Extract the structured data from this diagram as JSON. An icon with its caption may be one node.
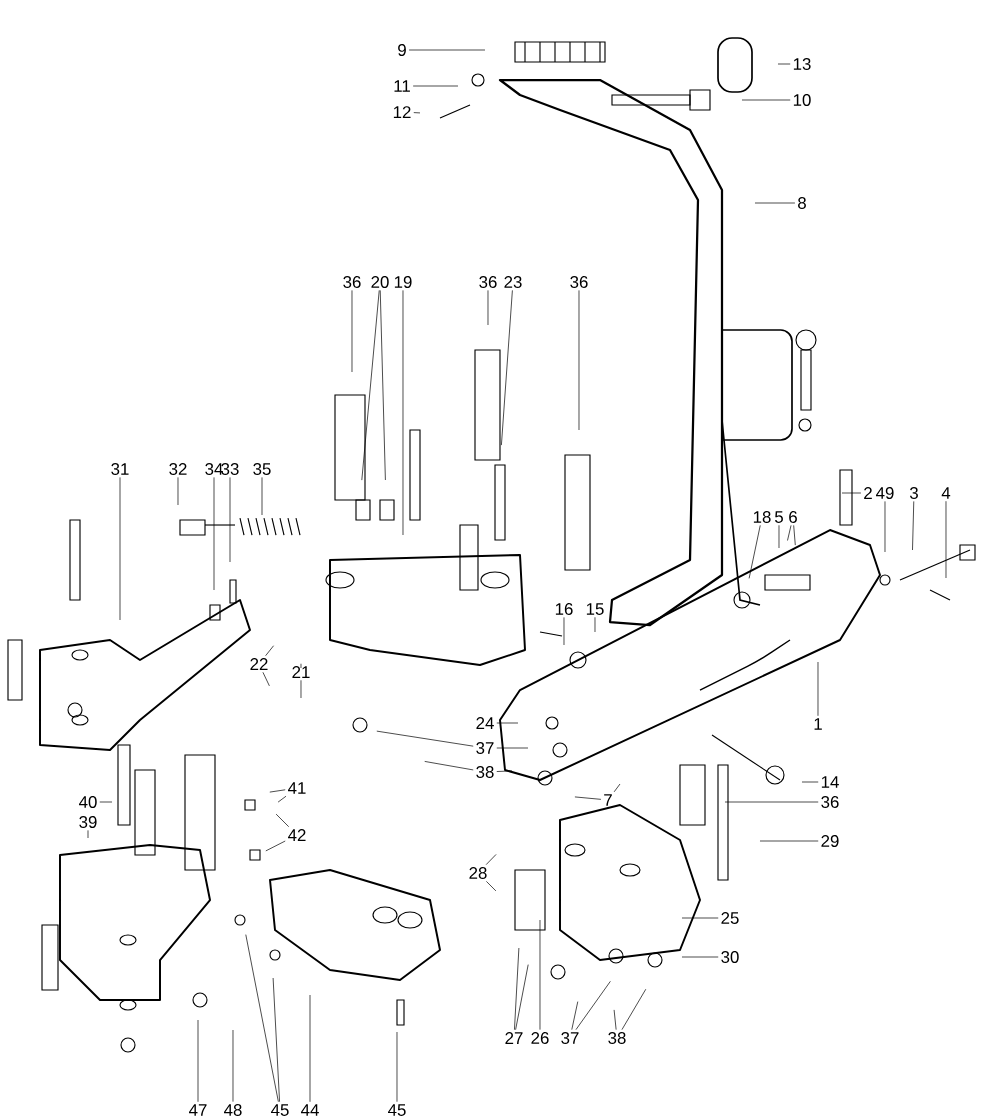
{
  "diagram": {
    "nodes": [
      {
        "text": [
          "9"
        ]
      },
      {
        "text": [
          "11"
        ]
      },
      {
        "text": [
          "12"
        ]
      },
      {
        "text": [
          "13"
        ]
      },
      {
        "text": [
          "10"
        ]
      },
      {
        "text": [
          "8"
        ]
      },
      {
        "text": [
          "36"
        ]
      },
      {
        "text": [
          "20"
        ]
      },
      {
        "text": [
          "19"
        ]
      },
      {
        "text": [
          "36"
        ]
      },
      {
        "text": [
          "23"
        ]
      },
      {
        "text": [
          "36"
        ]
      },
      {
        "text": [
          "31"
        ]
      },
      {
        "text": [
          "32"
        ]
      },
      {
        "text": [
          "34"
        ]
      },
      {
        "text": [
          "33"
        ]
      },
      {
        "text": [
          "35"
        ]
      },
      {
        "text": [
          "2"
        ]
      },
      {
        "text": [
          "49"
        ]
      },
      {
        "text": [
          "3"
        ]
      },
      {
        "text": [
          "4"
        ]
      },
      {
        "text": [
          "18"
        ]
      },
      {
        "text": [
          "5"
        ]
      },
      {
        "text": [
          "6"
        ]
      },
      {
        "text": [
          "16"
        ]
      },
      {
        "text": [
          "15"
        ]
      },
      {
        "text": [
          "22"
        ]
      },
      {
        "text": [
          "21"
        ]
      },
      {
        "text": [
          "1"
        ]
      },
      {
        "text": [
          "24"
        ]
      },
      {
        "text": [
          "37"
        ]
      },
      {
        "text": [
          "38"
        ]
      },
      {
        "text": [
          "14"
        ]
      },
      {
        "text": [
          "7"
        ]
      },
      {
        "text": [
          "36"
        ]
      },
      {
        "text": [
          "41"
        ]
      },
      {
        "text": [
          "42"
        ]
      },
      {
        "text": [
          "29"
        ]
      },
      {
        "text": [
          "40"
        ]
      },
      {
        "text": [
          "39"
        ]
      },
      {
        "text": [
          "28"
        ]
      },
      {
        "text": [
          "25"
        ]
      },
      {
        "text": [
          "30"
        ]
      },
      {
        "text": [
          "27"
        ]
      },
      {
        "text": [
          "26"
        ]
      },
      {
        "text": [
          "37"
        ]
      },
      {
        "text": [
          "38"
        ]
      },
      {
        "text": [
          "47"
        ]
      },
      {
        "text": [
          "48"
        ]
      },
      {
        "text": [
          "45"
        ]
      },
      {
        "text": [
          "44"
        ]
      },
      {
        "text": [
          "45"
        ]
      }
    ],
    "edges": [
      {
        "from": 0,
        "to": null,
        "arrow": "none"
      },
      {
        "from": 1,
        "to": null,
        "arrow": "none"
      },
      {
        "from": 2,
        "to": null,
        "arrow": "none"
      },
      {
        "from": 3,
        "to": null,
        "arrow": "none"
      },
      {
        "from": 4,
        "to": null,
        "arrow": "none"
      },
      {
        "from": 5,
        "to": null,
        "arrow": "none"
      },
      {
        "from": 6,
        "to": null,
        "arrow": "none"
      },
      {
        "from": 7,
        "to": null,
        "arrow": "none"
      },
      {
        "from": 7,
        "to": null,
        "arrow": "none"
      },
      {
        "from": 8,
        "to": null,
        "arrow": "none"
      },
      {
        "from": 9,
        "to": null,
        "arrow": "none"
      },
      {
        "from": 10,
        "to": null,
        "arrow": "none"
      },
      {
        "from": 11,
        "to": null,
        "arrow": "none"
      },
      {
        "from": 12,
        "to": null,
        "arrow": "none"
      },
      {
        "from": 13,
        "to": null,
        "arrow": "none"
      },
      {
        "from": 14,
        "to": null,
        "arrow": "none"
      },
      {
        "from": 15,
        "to": null,
        "arrow": "none"
      },
      {
        "from": 16,
        "to": null,
        "arrow": "none"
      },
      {
        "from": 17,
        "to": null,
        "arrow": "none"
      },
      {
        "from": 18,
        "to": null,
        "arrow": "none"
      },
      {
        "from": 19,
        "to": null,
        "arrow": "none"
      },
      {
        "from": 20,
        "to": null,
        "arrow": "none"
      },
      {
        "from": 21,
        "to": null,
        "arrow": "none"
      },
      {
        "from": 22,
        "to": null,
        "arrow": "none"
      },
      {
        "from": 23,
        "to": null,
        "arrow": "none"
      },
      {
        "from": 23,
        "to": null,
        "arrow": "none"
      },
      {
        "from": 24,
        "to": null,
        "arrow": "none"
      },
      {
        "from": 25,
        "to": null,
        "arrow": "none"
      },
      {
        "from": 26,
        "to": null,
        "arrow": "none"
      },
      {
        "from": 26,
        "to": null,
        "arrow": "none"
      },
      {
        "from": 27,
        "to": null,
        "arrow": "none"
      },
      {
        "from": 27,
        "to": null,
        "arrow": "none"
      },
      {
        "from": 28,
        "to": null,
        "arrow": "none"
      },
      {
        "from": 29,
        "to": null,
        "arrow": "none"
      },
      {
        "from": 30,
        "to": null,
        "arrow": "none"
      },
      {
        "from": 30,
        "to": null,
        "arrow": "none"
      },
      {
        "from": 31,
        "to": null,
        "arrow": "none"
      },
      {
        "from": 31,
        "to": null,
        "arrow": "none"
      },
      {
        "from": 32,
        "to": null,
        "arrow": "none"
      },
      {
        "from": 33,
        "to": null,
        "arrow": "none"
      },
      {
        "from": 33,
        "to": null,
        "arrow": "none"
      },
      {
        "from": 34,
        "to": null,
        "arrow": "none"
      },
      {
        "from": 35,
        "to": null,
        "arrow": "none"
      },
      {
        "from": 35,
        "to": null,
        "arrow": "none"
      },
      {
        "from": 36,
        "to": null,
        "arrow": "none"
      },
      {
        "from": 36,
        "to": null,
        "arrow": "none"
      },
      {
        "from": 37,
        "to": null,
        "arrow": "none"
      },
      {
        "from": 38,
        "to": null,
        "arrow": "none"
      },
      {
        "from": 39,
        "to": null,
        "arrow": "none"
      },
      {
        "from": 40,
        "to": null,
        "arrow": "none"
      },
      {
        "from": 40,
        "to": null,
        "arrow": "none"
      },
      {
        "from": 41,
        "to": null,
        "arrow": "none"
      },
      {
        "from": 42,
        "to": null,
        "arrow": "none"
      },
      {
        "from": 43,
        "to": null,
        "arrow": "none"
      },
      {
        "from": 43,
        "to": null,
        "arrow": "none"
      },
      {
        "from": 44,
        "to": null,
        "arrow": "none"
      },
      {
        "from": 45,
        "to": null,
        "arrow": "none"
      },
      {
        "from": 45,
        "to": null,
        "arrow": "none"
      },
      {
        "from": 46,
        "to": null,
        "arrow": "none"
      },
      {
        "from": 46,
        "to": null,
        "arrow": "none"
      },
      {
        "from": 47,
        "to": null,
        "arrow": "none"
      },
      {
        "from": 48,
        "to": null,
        "arrow": "none"
      },
      {
        "from": 49,
        "to": null,
        "arrow": "none"
      },
      {
        "from": 49,
        "to": null,
        "arrow": "none"
      },
      {
        "from": 50,
        "to": null,
        "arrow": "none"
      },
      {
        "from": 51,
        "to": null,
        "arrow": "none"
      }
    ]
  }
}
